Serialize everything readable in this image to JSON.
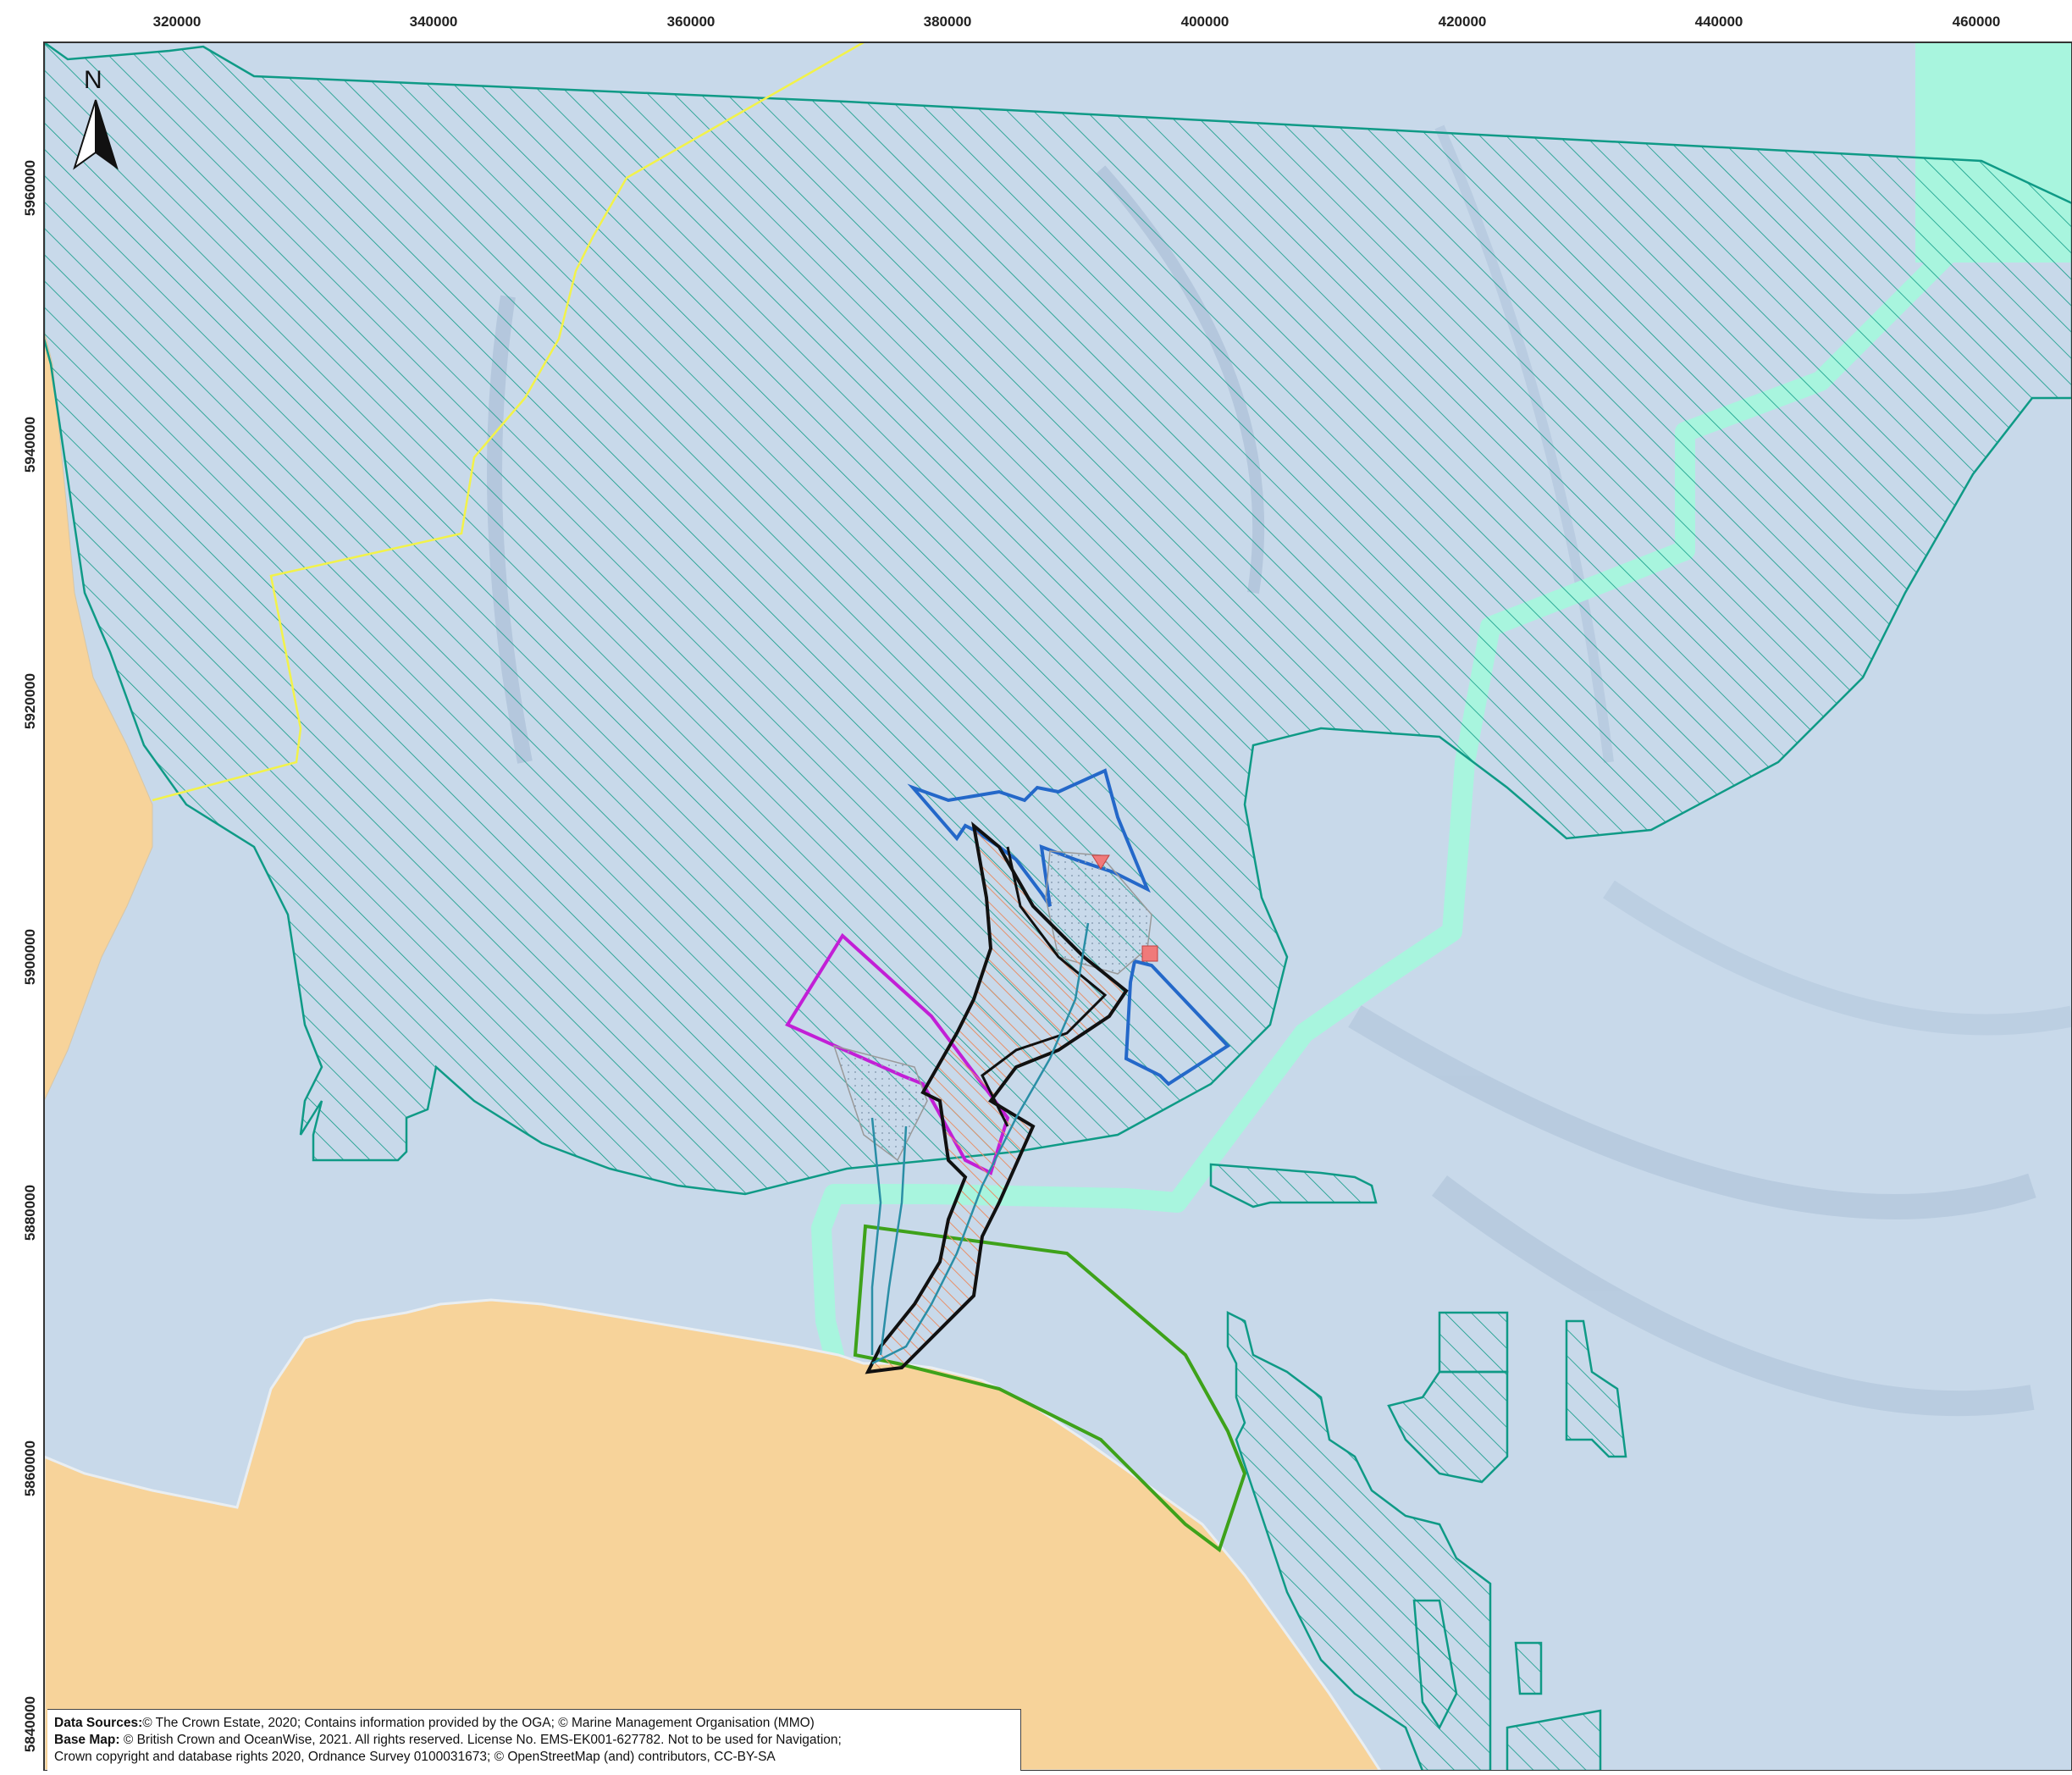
{
  "map": {
    "x_ticks": [
      "320000",
      "340000",
      "360000",
      "380000",
      "400000",
      "420000",
      "440000",
      "460000"
    ],
    "y_ticks": [
      "5960000",
      "5940000",
      "5920000",
      "5900000",
      "5880000",
      "5860000",
      "5840000"
    ],
    "north_label": "N",
    "icons": [
      "north-arrow-icon",
      "triangle-marker-icon",
      "square-marker-icon"
    ],
    "colors": {
      "sea": "#c8d9ea",
      "land": "#f7d39a",
      "designated_area": "#0f9a86",
      "shipping_lane": "#a8f5de",
      "offshore_boundary": "#2468c9",
      "export_corridor": "#111111",
      "export_fill": "#f2b8a0",
      "zone_magenta": "#c21fd6",
      "onshore_zone": "#3ea21a",
      "yellow_line": "#f2f24a",
      "cable_route": "#2a8ea6",
      "marker": "#f07a7a"
    }
  },
  "credits": {
    "line1_label": "Data Sources:",
    "line1_text": "© The Crown Estate, 2020; Contains information provided by the OGA; © Marine Management Organisation (MMO)",
    "line2_label": "Base Map:",
    "line2_text": " © British Crown and OceanWise, 2021. All rights reserved. License No. EMS-EK001-627782. Not to be used for Navigation;",
    "line3_text": "Crown copyright and database rights 2020, Ordnance Survey 0100031673; © OpenStreetMap (and) contributors, CC-BY-SA"
  }
}
